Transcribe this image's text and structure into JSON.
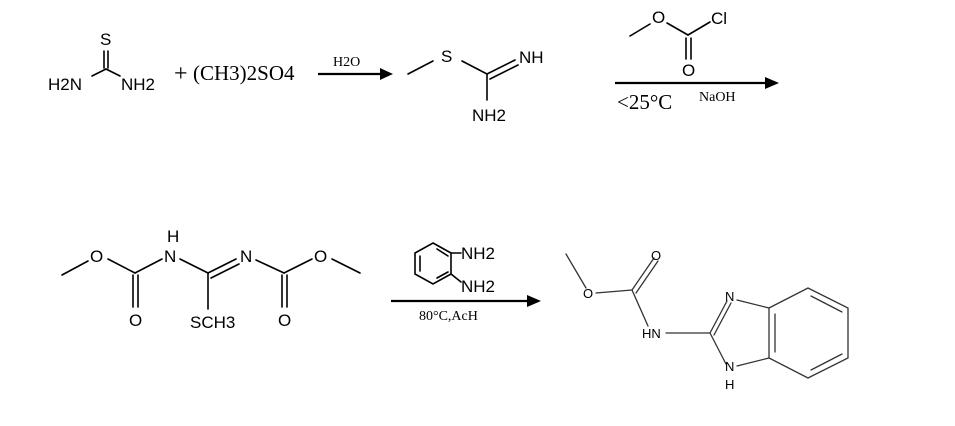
{
  "molecules": {
    "thiourea": {
      "s": "S",
      "nh2_left": "H2N",
      "nh2_right": "NH2"
    },
    "isothiourea": {
      "s": "S",
      "nh": "NH",
      "nh2": "NH2"
    },
    "chloroformate": {
      "o": "O",
      "cl": "Cl",
      "o_double": "O"
    },
    "carbamate_intermediate": {
      "h": "H",
      "n1": "N",
      "n2": "N",
      "o1": "O",
      "o2": "O",
      "o3": "O",
      "o4": "O",
      "sch3": "SCH3"
    },
    "phenylenediamine": {
      "nh2_top": "NH2",
      "nh2_bottom": "NH2"
    },
    "carbendazim": {
      "o_top": "O",
      "o_mid": "O",
      "hn": "HN",
      "n": "N",
      "nh_n": "N",
      "nh_h": "H"
    }
  },
  "reagents": {
    "plus": "+",
    "dimethyl_sulfate": "(CH3)2SO4",
    "step1_condition": "H2O",
    "step2_temp": "<25°C",
    "step2_base": "NaOH",
    "step3_condition": "80°C,AcH"
  }
}
